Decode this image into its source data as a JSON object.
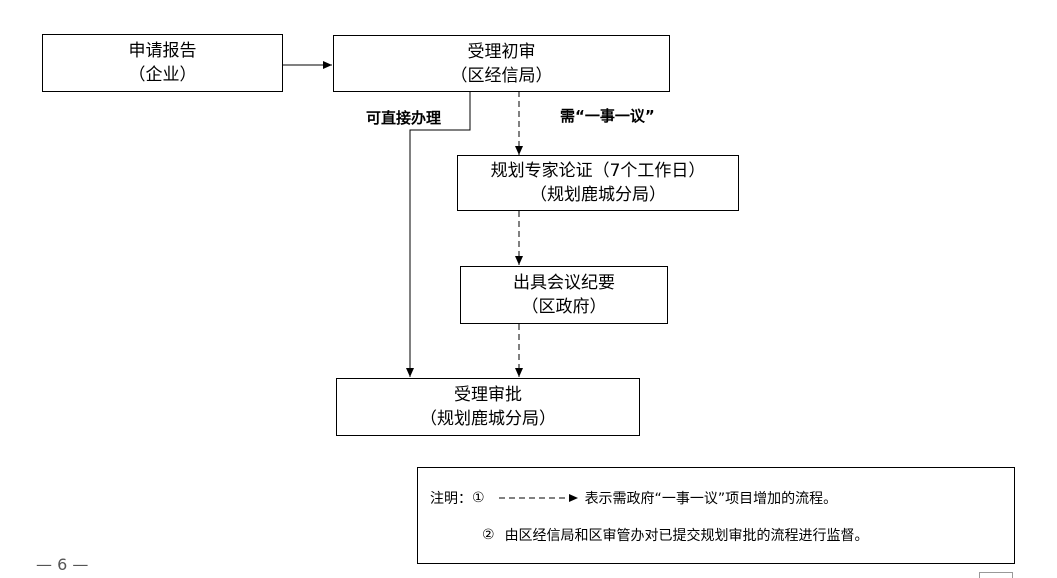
{
  "nodes": {
    "apply": {
      "line1": "申请报告",
      "line2": "（企业）"
    },
    "review": {
      "line1": "受理初审",
      "line2": "（区经信局）"
    },
    "expert": {
      "line1": "规划专家论证（7个工作日）",
      "line2": "（规划鹿城分局）"
    },
    "minutes": {
      "line1": "出具会议纪要",
      "line2": "（区政府）"
    },
    "approve": {
      "line1": "受理审批",
      "line2": "（规划鹿城分局）"
    }
  },
  "edge_labels": {
    "direct": "可直接办理",
    "case_by_case": "需“一事一议”"
  },
  "notes": {
    "title": "注明：",
    "item1_marker": "①",
    "item1_text": "表示需政府“一事一议”项目增加的流程。",
    "item2_marker": "②",
    "item2_text": "由区经信局和区审管办对已提交规划审批的流程进行监督。"
  },
  "footer": {
    "page_number": "— 6 —"
  }
}
